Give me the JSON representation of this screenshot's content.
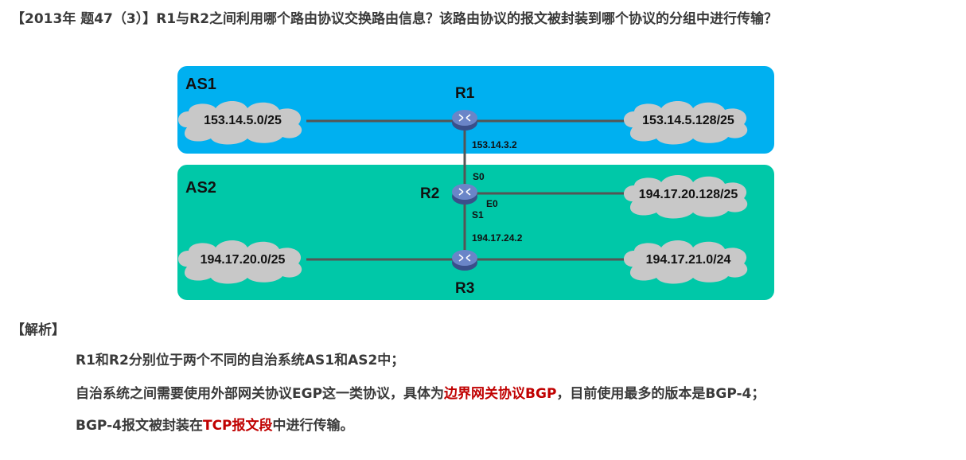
{
  "question": {
    "text": "【2013年 题47（3）】R1与R2之间利用哪个路由协议交换路由信息？该路由协议的报文被封装到哪个协议的分组中进行传输？"
  },
  "diagram": {
    "as1": {
      "label": "AS1",
      "color": "#00b0f0"
    },
    "as2": {
      "label": "AS2",
      "color": "#00c8a8"
    },
    "routers": {
      "r1": "R1",
      "r2": "R2",
      "r3": "R3"
    },
    "networks": {
      "n1": "153.14.5.0/25",
      "n2": "153.14.5.128/25",
      "n3": "194.17.20.128/25",
      "n4": "194.17.20.0/25",
      "n5": "194.17.21.0/24"
    },
    "interfaces": {
      "r1_ip": "153.14.3.2",
      "s0": "S0",
      "e0": "E0",
      "s1": "S1",
      "r3_ip": "194.17.24.2"
    }
  },
  "analysis": {
    "heading": "【解析】",
    "line1": "R1和R2分别位于两个不同的自治系统AS1和AS2中；",
    "line2_a": "自治系统之间需要使用外部网关协议EGP这一类协议，具体为",
    "line2_b": "边界网关协议BGP",
    "line2_c": "，目前使用最多的版本是BGP-4；",
    "line3_a": "BGP-4报文被封装在",
    "line3_b": "TCP报文段",
    "line3_c": "中进行传输。",
    "highlight_color": "#c00000"
  }
}
